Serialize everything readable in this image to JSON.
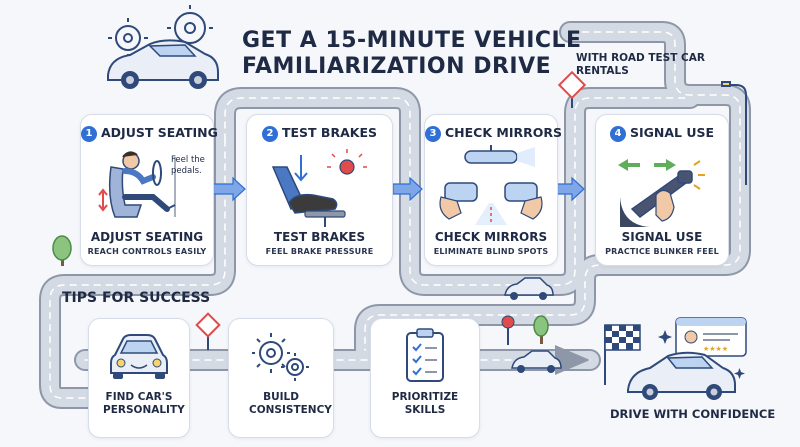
{
  "header": {
    "title_line1": "GET A 15-MINUTE VEHICLE",
    "title_line2": "FAMILIARIZATION DRIVE",
    "subtitle": "WITH ROAD TEST CAR RENTALS"
  },
  "steps": [
    {
      "number": "1",
      "heading": "ADJUST SEATING",
      "label": "ADJUST SEATING",
      "desc": "REACH CONTROLS EASILY",
      "note": "Feel the pedals."
    },
    {
      "number": "2",
      "heading": "TEST BRAKES",
      "label": "TEST BRAKES",
      "desc": "FEEL BRAKE PRESSURE"
    },
    {
      "number": "3",
      "heading": "CHECK MIRRORS",
      "label": "CHECK MIRRORS",
      "desc": "ELIMINATE BLIND SPOTS"
    },
    {
      "number": "4",
      "heading": "SIGNAL USE",
      "label": "SIGNAL USE",
      "desc": "PRACTICE BLINKER FEEL"
    }
  ],
  "tips": {
    "title": "TIPS FOR SUCCESS",
    "items": [
      {
        "label": "FIND CAR'S PERSONALITY"
      },
      {
        "label": "BUILD CONSISTENCY"
      },
      {
        "label": "PRIORITIZE SKILLS"
      }
    ]
  },
  "final": {
    "label": "DRIVE WITH CONFIDENCE"
  },
  "colors": {
    "road": "#c9d0dc",
    "road_edge": "#8e97a8",
    "accent_blue": "#2f6fd6",
    "arrow_blue": "#7fa6e6",
    "card_border": "#d7dde8",
    "text": "#1f2a44",
    "red": "#e04b4b",
    "green": "#5fae5b"
  }
}
